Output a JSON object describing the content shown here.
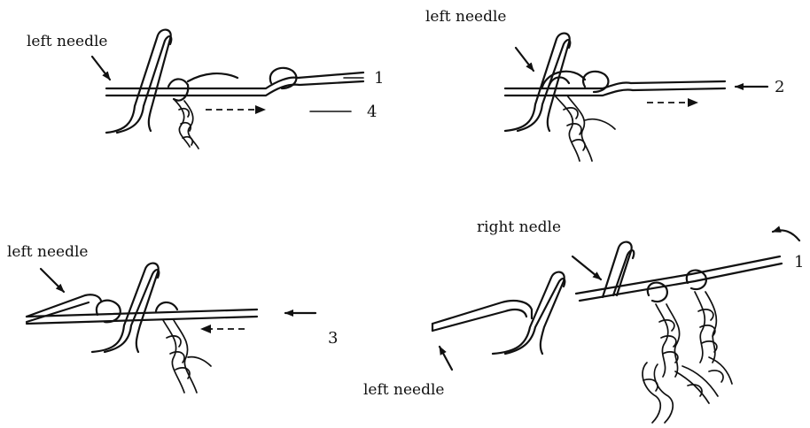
{
  "panels": [
    {
      "needle_label": "left needle",
      "step_numbers": [
        "1",
        "4"
      ]
    },
    {
      "needle_label": "left needle",
      "step_numbers": [
        "2"
      ]
    },
    {
      "needle_label": "left needle",
      "step_numbers": [
        "3"
      ]
    },
    {
      "needle_label": "left needle",
      "right_needle_label": "right nedle",
      "step_numbers": [
        "1"
      ]
    }
  ],
  "colors": {
    "ink": "#111111",
    "background": "#ffffff"
  }
}
